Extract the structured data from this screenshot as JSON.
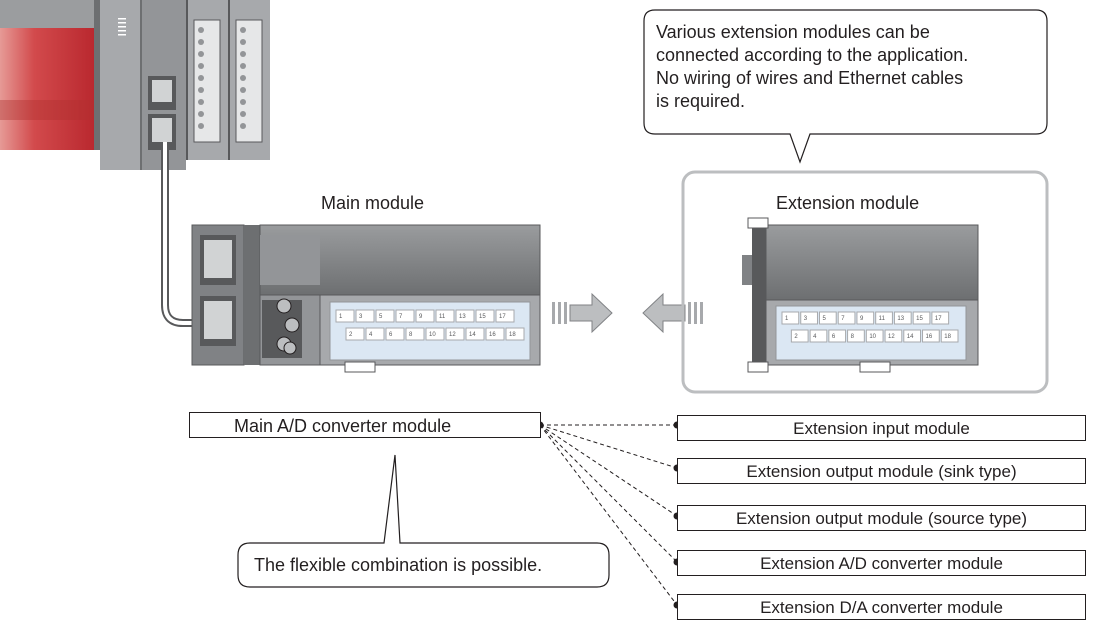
{
  "labels": {
    "main_module": "Main module",
    "extension_module": "Extension module"
  },
  "callouts": {
    "top": [
      "Various extension modules can be",
      "connected according to the application.",
      "No wiring of wires and Ethernet cables",
      "is required."
    ],
    "bottom": "The flexible combination is possible."
  },
  "main_box": "Main A/D converter module",
  "extension_boxes": [
    "Extension input module",
    "Extension output module (sink type)",
    "Extension output module (source type)",
    "Extension A/D converter module",
    "Extension D/A converter module"
  ],
  "terminal_numbers": {
    "top_row": [
      "1",
      "3",
      "5",
      "7",
      "9",
      "11",
      "13",
      "15",
      "17"
    ],
    "bottom_row": [
      "2",
      "4",
      "6",
      "8",
      "10",
      "12",
      "14",
      "16",
      "18"
    ]
  },
  "colors": {
    "plc_red": "#c9333b",
    "module_gray": "#8a8c8e",
    "dark_gray": "#58595b",
    "terminal_blue": "#dbe7f3",
    "arrow_gray": "#a7a9ac",
    "frame_gray": "#bcbec0"
  }
}
